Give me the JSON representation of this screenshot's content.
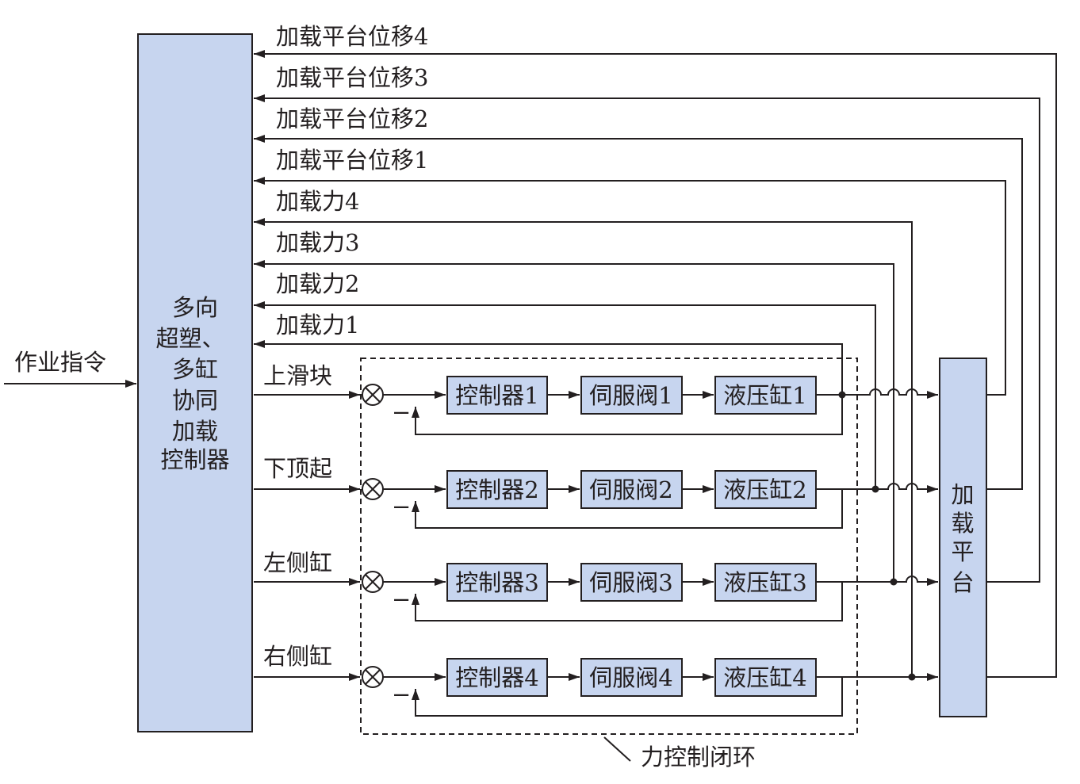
{
  "input_label": "作业指令",
  "controller_lines": [
    "多向",
    "超塑、",
    "多缸",
    "协同",
    "加载",
    "控制器"
  ],
  "feedback_labels": [
    "加载平台位移4",
    "加载平台位移3",
    "加载平台位移2",
    "加载平台位移1",
    "加载力4",
    "加载力3",
    "加载力2",
    "加载力1"
  ],
  "channels": [
    {
      "command": "上滑块",
      "controller": "控制器1",
      "valve": "伺服阀1",
      "cylinder": "液压缸1"
    },
    {
      "command": "下顶起",
      "controller": "控制器2",
      "valve": "伺服阀2",
      "cylinder": "液压缸2"
    },
    {
      "command": "左侧缸",
      "controller": "控制器3",
      "valve": "伺服阀3",
      "cylinder": "液压缸3"
    },
    {
      "command": "右侧缸",
      "controller": "控制器4",
      "valve": "伺服阀4",
      "cylinder": "液压缸4"
    }
  ],
  "minus_sign": "−",
  "platform_chars": [
    "加",
    "载",
    "平",
    "台"
  ],
  "loop_label": "力控制闭环"
}
